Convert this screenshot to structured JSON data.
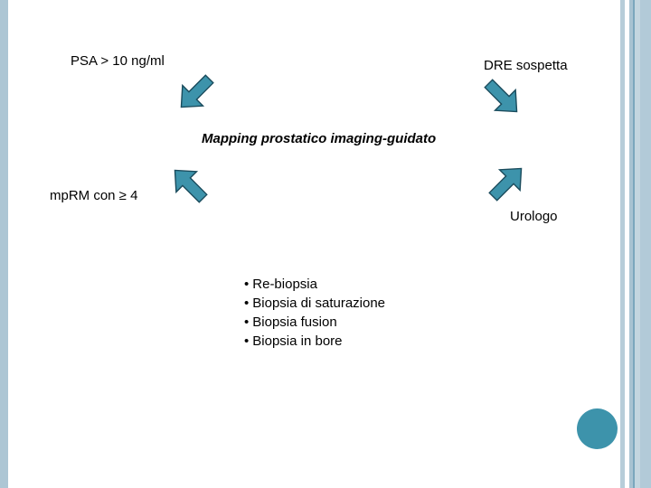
{
  "slide": {
    "background_color": "#ffffff",
    "accent_color": "#3d93ab",
    "edge_bar_color": "#adc6d4",
    "labels": {
      "psa": "PSA > 10 ng/ml",
      "dre": "DRE sospetta",
      "mprm": "mpRM con ≥ 4",
      "urologo": "Urologo"
    },
    "heading": "Mapping prostatico imaging-guidato",
    "bullets": [
      {
        "marker": "•",
        "text": "Re-biopsia"
      },
      {
        "marker": "•",
        "text": "Biopsia di saturazione"
      },
      {
        "marker": "•",
        "text": "Biopsia fusion"
      },
      {
        "marker": "•",
        "text": "Biopsia in bore"
      }
    ],
    "arrows": [
      {
        "name": "arrow-down-right-icon",
        "direction": "down-right",
        "from": "PSA > 10 ng/ml",
        "to": "Mapping prostatico imaging-guidato"
      },
      {
        "name": "arrow-down-left-icon",
        "direction": "down-left",
        "from": "DRE sospetta",
        "to": "Mapping prostatico imaging-guidato"
      },
      {
        "name": "arrow-up-right-icon",
        "direction": "up-right",
        "from": "mpRM con ≥ 4",
        "to": "Mapping prostatico imaging-guidato"
      },
      {
        "name": "arrow-up-left-icon",
        "direction": "up-left",
        "from": "Urologo",
        "to": "Mapping prostatico imaging-guidato"
      }
    ]
  }
}
